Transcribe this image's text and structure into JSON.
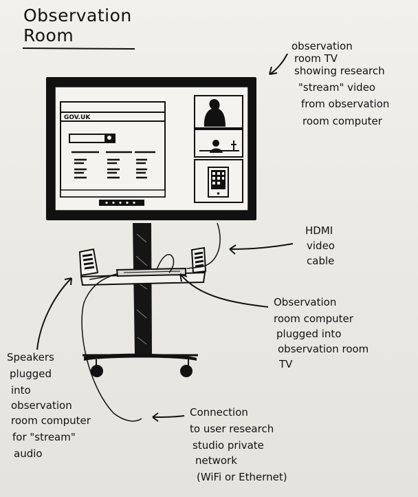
{
  "title": {
    "line1": "Observation",
    "line2": "Room"
  },
  "screen": {
    "gov_logo": "GOV.UK"
  },
  "annotations": {
    "tv": [
      "observation",
      "room TV",
      "showing research",
      "\"stream\" video",
      "from observation",
      "room computer"
    ],
    "hdmi": [
      "HDMI",
      "video",
      "cable"
    ],
    "computer": [
      "Observation",
      "room computer",
      "plugged into",
      "observation room",
      "TV"
    ],
    "speakers": [
      "Speakers",
      "plugged",
      "into",
      "observation",
      "room computer",
      "for \"stream\"",
      "audio"
    ],
    "connection": [
      "Connection",
      "to user research",
      "studio private",
      "network",
      "(WiFi or Ethernet)"
    ]
  },
  "colors": {
    "ink": "#111111",
    "paper": "#ecebe6",
    "screen_fill": "#f4f3ef"
  }
}
